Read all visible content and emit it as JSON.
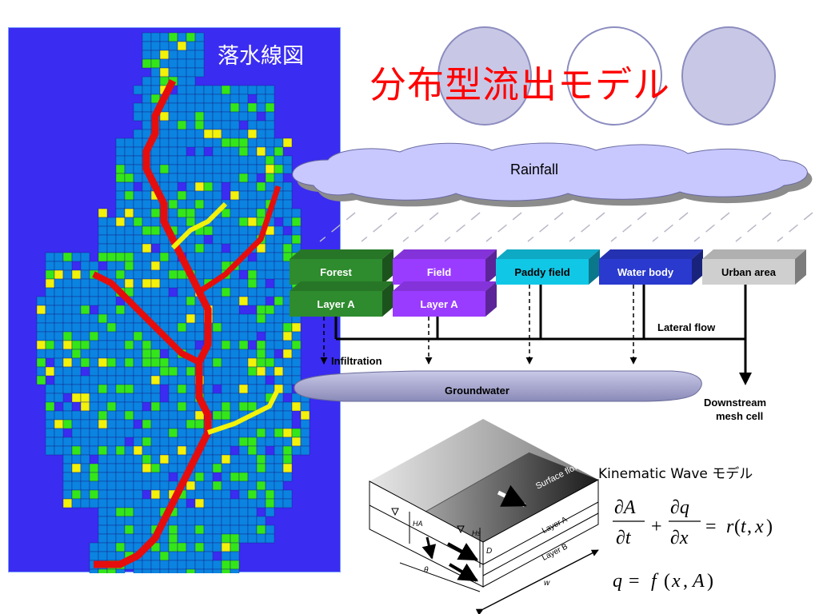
{
  "map": {
    "label": "落水線図"
  },
  "title": "分布型流出モデル",
  "rainfall": "Rainfall",
  "landuse": [
    {
      "top": "Forest",
      "layer": "Layer A",
      "color": "#2e8b2e",
      "text": "#ffffff"
    },
    {
      "top": "Field",
      "layer": "Layer A",
      "color": "#9a3cff",
      "text": "#ffffff"
    },
    {
      "top": "Paddy field",
      "layer": "",
      "color": "#11c7e6",
      "text": "#000000"
    },
    {
      "top": "Water body",
      "layer": "",
      "color": "#2a3acf",
      "text": "#ffffff"
    },
    {
      "top": "Urban area",
      "layer": "",
      "color": "#cfcfcf",
      "text": "#000000"
    }
  ],
  "flow": {
    "lateral": "Lateral flow",
    "infiltration": "Infiltration",
    "groundwater": "Groundwater",
    "downstream_line1": "Downstream",
    "downstream_line2": "mesh cell"
  },
  "block": {
    "surface_flow": "Surface flow",
    "layer_a": "Layer A",
    "layer_b": "Layer B",
    "ha": "HA",
    "hs": "Hs",
    "d": "D",
    "theta": "θ",
    "w": "w"
  },
  "kinematic": {
    "title": "Kinematic  Wave  モデル",
    "eq1": "∂A/∂t + ∂q/∂x = r(t, x)",
    "eq2": "q = f (x, A)"
  },
  "colors": {
    "map_bg": "#3a2cf0",
    "cell_blue": "#0a84e0",
    "cell_green": "#33e61a",
    "cell_yellow": "#f2f20a",
    "river_red": "#e60d0d",
    "title_red": "#ff0000"
  }
}
